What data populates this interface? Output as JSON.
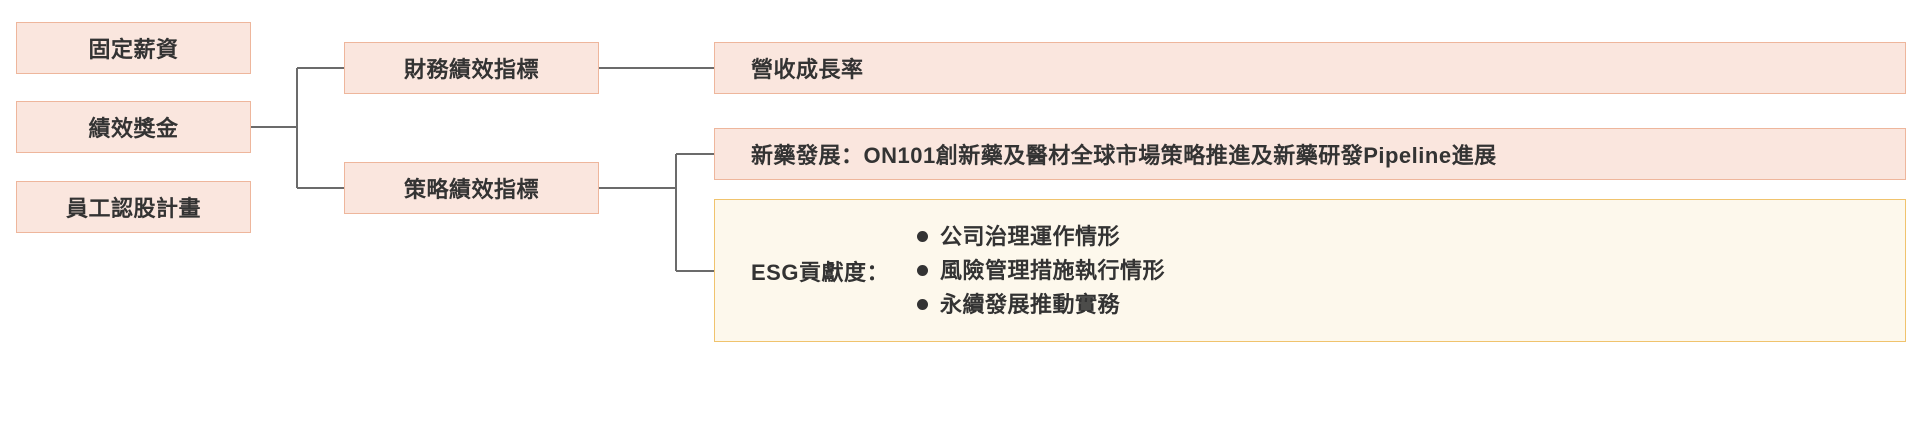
{
  "diagram": {
    "type": "hierarchy-tree",
    "orientation": "left-to-right",
    "colors": {
      "node_fill": "#fae6de",
      "node_border": "#eeb69c",
      "esg_fill": "#fdf8ec",
      "esg_border": "#f0c36d",
      "connector": "#6b6b6b",
      "text": "#333333"
    }
  },
  "level1": {
    "items": [
      {
        "label": "固定薪資"
      },
      {
        "label": "績效獎金"
      },
      {
        "label": "員工認股計畫"
      }
    ]
  },
  "level2": {
    "items": [
      {
        "label": "財務績效指標"
      },
      {
        "label": "策略績效指標"
      }
    ]
  },
  "level3": {
    "revenue_growth": "營收成長率",
    "new_drug": "新藥發展：ON101創新藥及醫材全球市場策略推進及新藥研發Pipeline進展",
    "esg": {
      "label": "ESG貢獻度：",
      "bullets": [
        "公司治理運作情形",
        "風險管理措施執行情形",
        "永續發展推動實務"
      ]
    }
  }
}
